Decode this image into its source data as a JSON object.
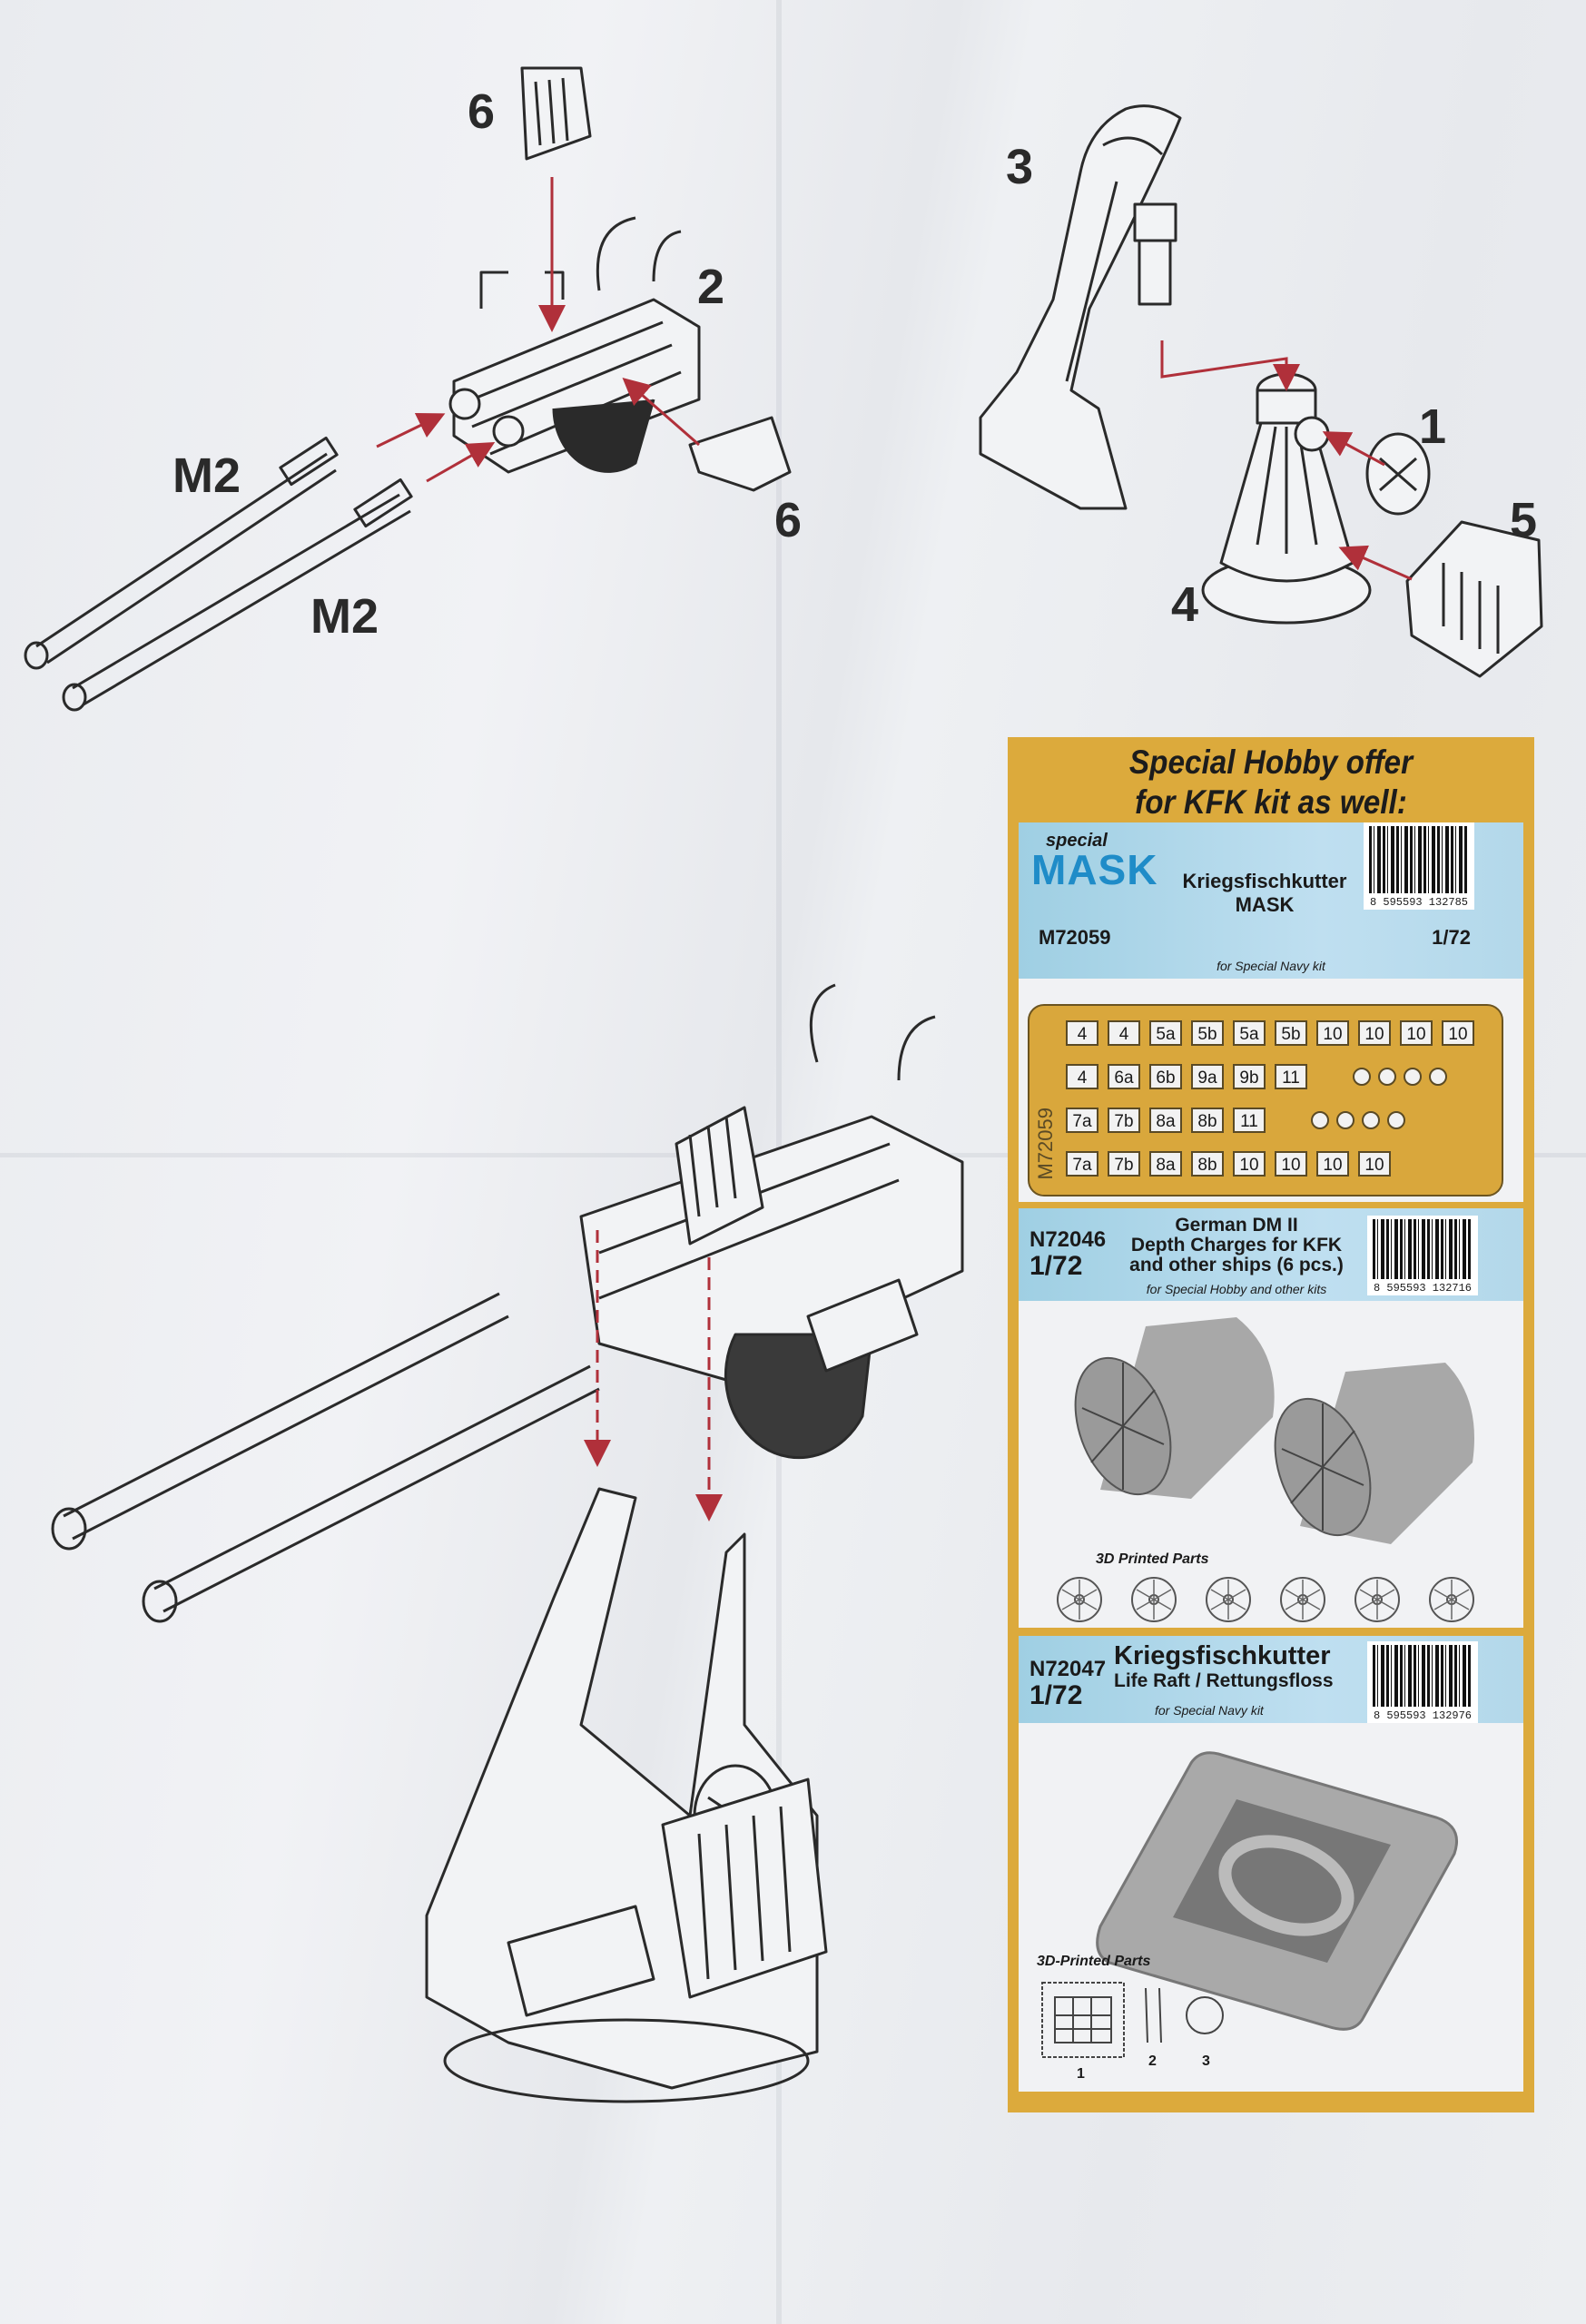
{
  "callouts": {
    "part6_top": "6",
    "part2": "2",
    "part6_bottom": "6",
    "m2_upper": "M2",
    "m2_lower": "M2",
    "part3": "3",
    "part1": "1",
    "part5": "5",
    "part4": "4"
  },
  "offer": {
    "heading_line1": "Special Hobby offer",
    "heading_line2": "for KFK kit as well:",
    "mask": {
      "logo_top": "special",
      "logo_main": "MASK",
      "title_line1": "Kriegsfischkutter",
      "title_line2": "MASK",
      "code": "M72059",
      "scale": "1/72",
      "note": "for Special Navy kit",
      "barcode": "8 595593 132785",
      "sheet_code": "M72059",
      "stencil_rows": [
        [
          "4",
          "4",
          "5a",
          "5b",
          "5a",
          "5b",
          "10",
          "10",
          "10",
          "10"
        ],
        [
          "4",
          "6a",
          "6b",
          "9a",
          "9b",
          "11"
        ],
        [
          "7a",
          "7b",
          "8a",
          "8b",
          "11"
        ],
        [
          "7a",
          "7b",
          "8a",
          "8b",
          "10",
          "10",
          "10",
          "10"
        ]
      ]
    },
    "depth_charges": {
      "code": "N72046",
      "scale": "1/72",
      "title_line1": "German DM II",
      "title_line2": "Depth Charges for KFK",
      "title_line3": "and other ships (6 pcs.)",
      "note": "for Special Hobby and other kits",
      "barcode": "8 595593 132716",
      "parts_label": "3D Printed Parts",
      "part_count": 6
    },
    "life_raft": {
      "code": "N72047",
      "scale": "1/72",
      "title_line1": "Kriegsfischkutter",
      "title_line2": "Life Raft / Rettungsfloss",
      "note": "for Special Navy kit",
      "barcode": "8 595593 132976",
      "parts_label": "3D-Printed Parts",
      "part_numbers": [
        "1",
        "2",
        "3"
      ]
    }
  }
}
